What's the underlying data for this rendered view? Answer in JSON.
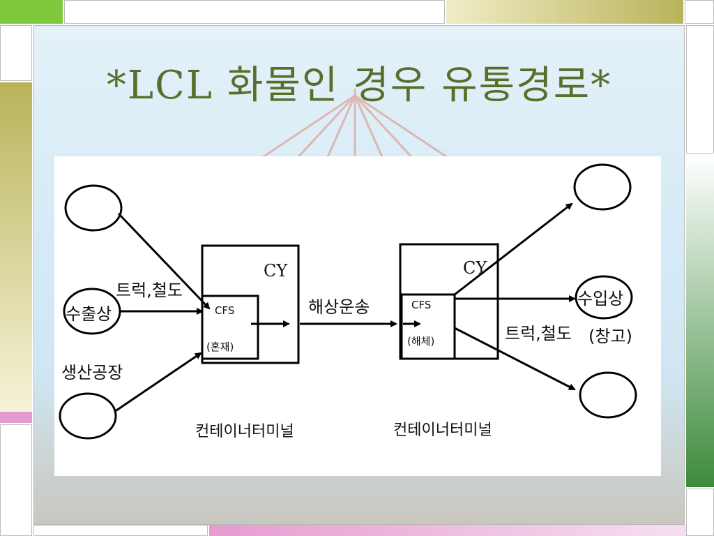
{
  "title": "*LCL 화물인 경우 유통경로*",
  "diagram": {
    "truck_rail_left": "트럭,철도",
    "exporter": "수출상",
    "factory": "생산공장",
    "cy_left": "CY",
    "cfs_left": "CFS",
    "consolidation": "(혼재)",
    "ocean_shipping": "해상운송",
    "cy_right": "CY",
    "cfs_right": "CFS",
    "deconsolidation": "(해체)",
    "importer": "수입상",
    "truck_rail_right": "트럭,철도",
    "warehouse": "(창고)",
    "terminal_left": "컨테이너터미널",
    "terminal_right": "컨테이너터미널"
  },
  "colors": {
    "title": "#5a6e2b",
    "accent_olive": "#b8b35a",
    "accent_pink": "#e69bd0",
    "accent_green": "#3c8a3a"
  }
}
